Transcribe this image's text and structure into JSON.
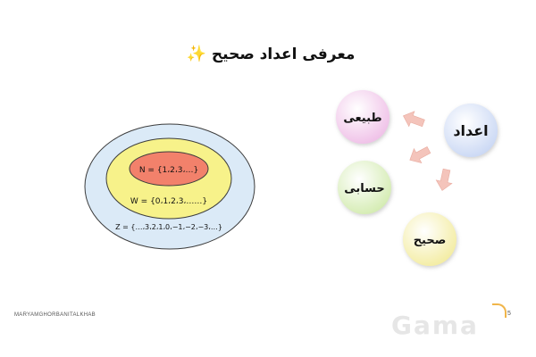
{
  "title": {
    "text": "معرفی اعداد صحیح",
    "icon": "sparkle-icon"
  },
  "sets": {
    "z": "Z = {…،3،2،1،0،−1،−2،−3،…}",
    "w": "W = {0،1،2،3،……}",
    "n": "N = {1،2،3،…}"
  },
  "nodes": {
    "adad": "اعداد",
    "tabiei": "طبیعی",
    "hesabi": "حسابی",
    "sahih": "صحیح"
  },
  "footer": {
    "author": "MARYAMGHORBANITALKHAB",
    "page": "5",
    "watermark": "Gama"
  },
  "colors": {
    "outer_ellipse": "#dbeaf7",
    "middle_ellipse": "#f7f28a",
    "inner_ellipse": "#f2816b",
    "node_adad": "#d7e2f8",
    "node_tabiei": "#f4cdee",
    "node_hesabi": "#def0c2",
    "node_sahih": "#f8f3b8",
    "arrow": "#f4c4bb"
  }
}
